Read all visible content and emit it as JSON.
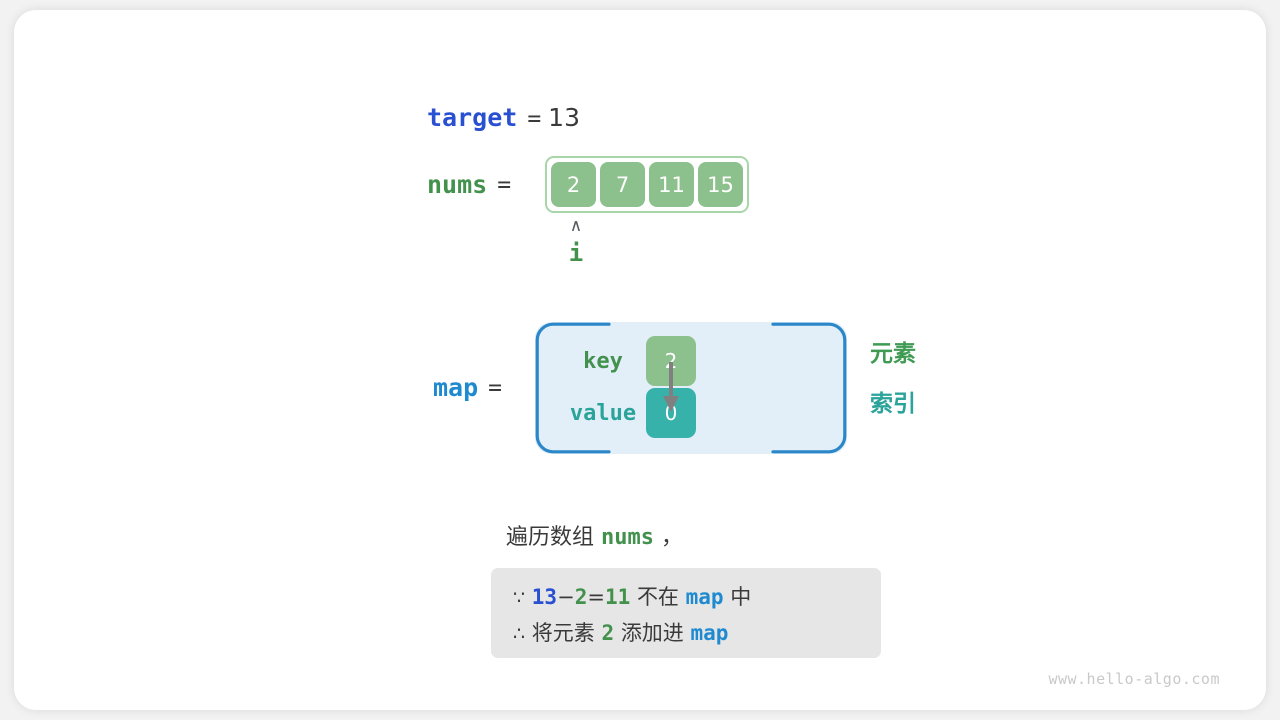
{
  "watermark": "www.hello-algo.com",
  "target": {
    "name": "target",
    "equals": "=",
    "value": "13"
  },
  "nums": {
    "name": "nums",
    "equals": "=",
    "cells": [
      "2",
      "7",
      "11",
      "15"
    ],
    "pointer": {
      "caret": "∧",
      "label": "i",
      "index": 0
    }
  },
  "map": {
    "name": "map",
    "equals": "=",
    "key_label": "key",
    "value_label": "value",
    "key_cell": "2",
    "value_cell": "0",
    "side_labels": {
      "element": "元素",
      "index": "索引"
    }
  },
  "caption": {
    "prefix": "遍历数组 ",
    "code": "nums",
    "suffix": " ，"
  },
  "note": {
    "line1": {
      "symbol": "∵",
      "a": "13",
      "minus": "−",
      "b": "2",
      "eq": "=",
      "c": "11",
      "text1": "不在",
      "map": "map",
      "text2": "中"
    },
    "line2": {
      "symbol": "∴",
      "text1": "将元素",
      "num": "2",
      "text2": "添加进",
      "map": "map"
    }
  },
  "colors": {
    "green": "#42914c",
    "cell_green": "#8cc08c",
    "teal": "#2aa39a",
    "cell_teal": "#37b2ab",
    "blue": "#1f8ad0",
    "royal_blue": "#2a50d2",
    "map_bg": "#e2eff9",
    "note_bg": "#e6e6e6",
    "arrow_gray": "#808080"
  }
}
